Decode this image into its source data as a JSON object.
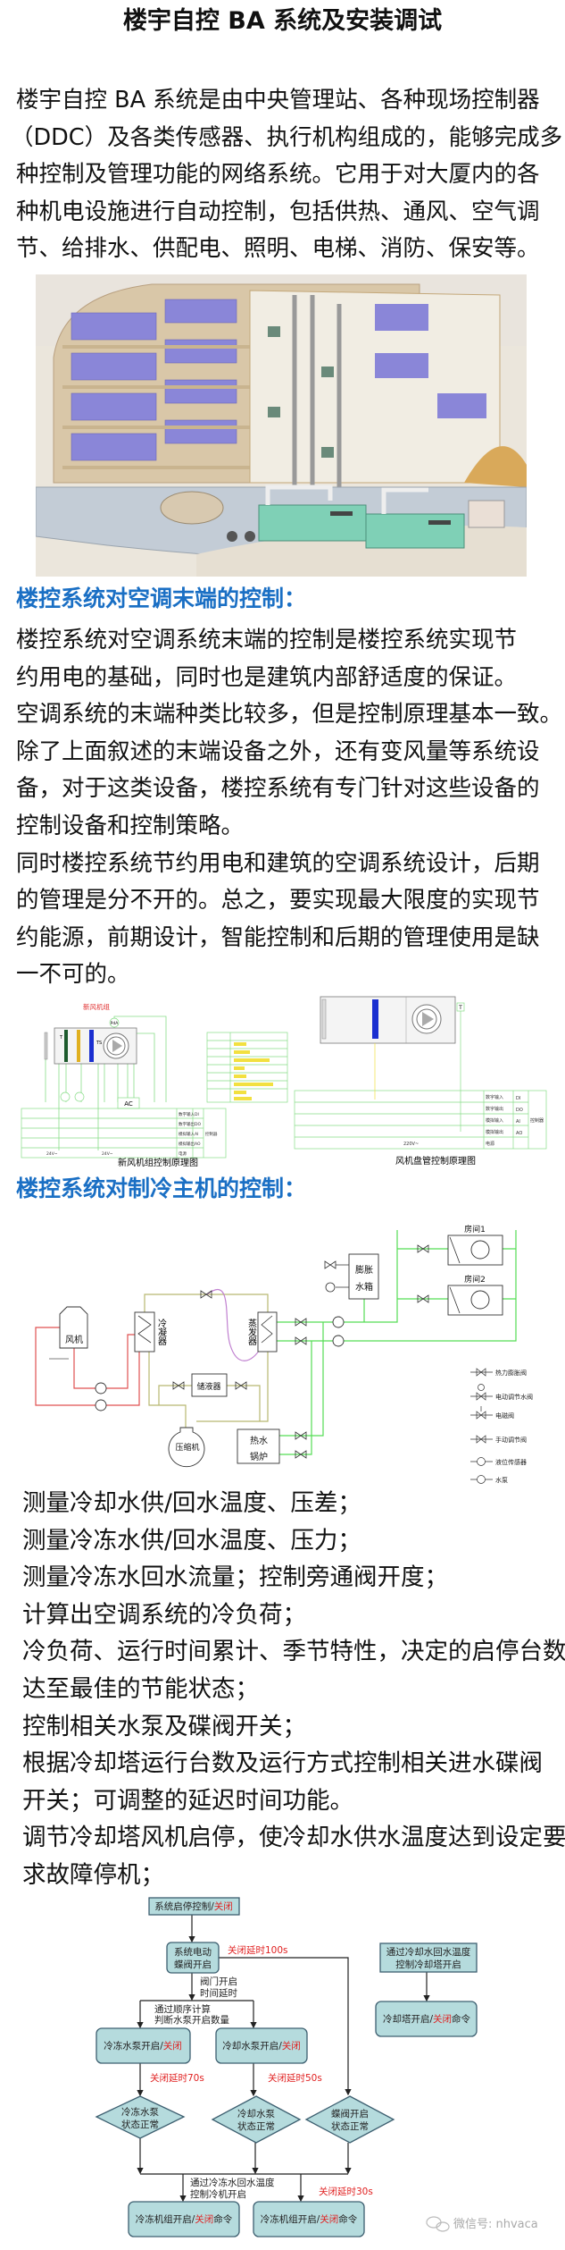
{
  "title": "楼宇自控 BA 系统及安装调试",
  "intro": {
    "lines": [
      "楼宇自控 BA 系统是由中央管理站、各种现场控制器",
      "（DDC）及各类传感器、执行机构组成的，能够完成多",
      "种控制及管理功能的网络系统。它用于对大厦内的各",
      "种机电设施进行自动控制，包括供热、通风、空气调",
      "节、给排水、供配电、照明、电梯、消防、保安等。"
    ]
  },
  "section1": {
    "heading": "楼控系统对空调末端的控制：",
    "lines": [
      "楼控系统对空调系统末端的控制是楼控系统实现节",
      "约用电的基础，同时也是建筑内部舒适度的保证。",
      "空调系统的末端种类比较多，但是控制原理基本一致。",
      "除了上面叙述的末端设备之外，还有变风量等系统设",
      "备，对于这类设备，楼控系统有专门针对这些设备的",
      "控制设备和控制策略。",
      "同时楼控系统节约用电和建筑的空调系统设计，后期",
      "的管理是分不开的。总之，要实现最大限度的实现节",
      "约能源，前期设计，智能控制和后期的管理使用是缺",
      "一不可的。"
    ]
  },
  "diagram1": {
    "left_title": "新风机组",
    "left_caption": "新风机组控制原理图",
    "right_caption": "风机盘管控制原理图",
    "sensor_pda": "PdA",
    "sensor_t": "T",
    "sensor_ts": "TS",
    "actuator_ac": "AC",
    "io_rows": [
      {
        "label": "数字输入",
        "code": "DI"
      },
      {
        "label": "数字输出",
        "code": "DO"
      },
      {
        "label": "模拟输入",
        "code": "AI"
      },
      {
        "label": "模拟输出",
        "code": "AO"
      },
      {
        "label": "电源",
        "code": ""
      }
    ],
    "controller": "控制器",
    "power_24": "24V~",
    "power_220": "220V~"
  },
  "section2": {
    "heading": "楼控系统对制冷主机的控制：",
    "lines": [
      "测量冷却水供/回水温度、压差；",
      "测量冷冻水供/回水温度、压力；",
      "测量冷冻水回水流量；控制旁通阀开度；",
      "计算出空调系统的冷负荷；",
      "冷负荷、运行时间累计、季节特性，决定的启停台数，",
      "达至最佳的节能状态；",
      "控制相关水泵及碟阀开关；",
      "根据冷却塔运行台数及运行方式控制相关进水碟阀",
      "开关；可调整的延迟时间功能。",
      "调节冷却塔风机启停，使冷却水供水温度达到设定要",
      "求故障停机；"
    ]
  },
  "diagram2": {
    "fan": "风机",
    "condenser": "冷凝器",
    "evaporator": "蒸发器",
    "receiver": "储液器",
    "compressor": "压缩机",
    "boiler_1": "热水",
    "boiler_2": "锅炉",
    "tank_1": "膨胀",
    "tank_2": "水箱",
    "room1": "房间1",
    "room2": "房间2",
    "legend": [
      "热力膨胀阀",
      "电动调节水阀",
      "电磁阀",
      "手动调节阀",
      "液位传感器",
      "水泵"
    ]
  },
  "flowchart": {
    "start": {
      "text": "系统启停控制/",
      "red": "关闭"
    },
    "valve_box": [
      "系统电动",
      "蝶阀开启"
    ],
    "delay100": "关闭延时100s",
    "valve_delay": [
      "阀门开启",
      "时间延时"
    ],
    "sequence": [
      "通过顺序计算",
      "判断水泵开启数量"
    ],
    "chw_pump": {
      "text": "冷冻水泵开启/",
      "red": "关闭"
    },
    "cw_pump": {
      "text": "冷却水泵开启/",
      "red": "关闭"
    },
    "delay70": "关闭延时70s",
    "delay50": "关闭延时50s",
    "dia_chw": [
      "冷冻水泵",
      "状态正常"
    ],
    "dia_cw": [
      "冷却水泵",
      "状态正常"
    ],
    "dia_valve": [
      "蝶阀开启",
      "状态正常"
    ],
    "chiller_note": [
      "通过冷冻水回水温度",
      "控制冷机开启"
    ],
    "delay30": "关闭延时30s",
    "chiller_a": {
      "text": "冷冻机组开启/",
      "red": "关闭",
      "tail": "命令"
    },
    "chiller_b": {
      "text": "冷冻机组开启/",
      "red": "关闭",
      "tail": "命令"
    },
    "tower_note": [
      "通过冷却水回水温度",
      "控制冷却塔开启"
    ],
    "tower_cmd": {
      "text": "冷却塔开启/",
      "red": "关闭",
      "tail": "命令"
    }
  },
  "watermark": "微信号: nhvaca",
  "colors": {
    "heading": "#1a6fc4",
    "red": "#e02020",
    "box": "#b5dbdd",
    "pipe_green": "#55dd55"
  }
}
